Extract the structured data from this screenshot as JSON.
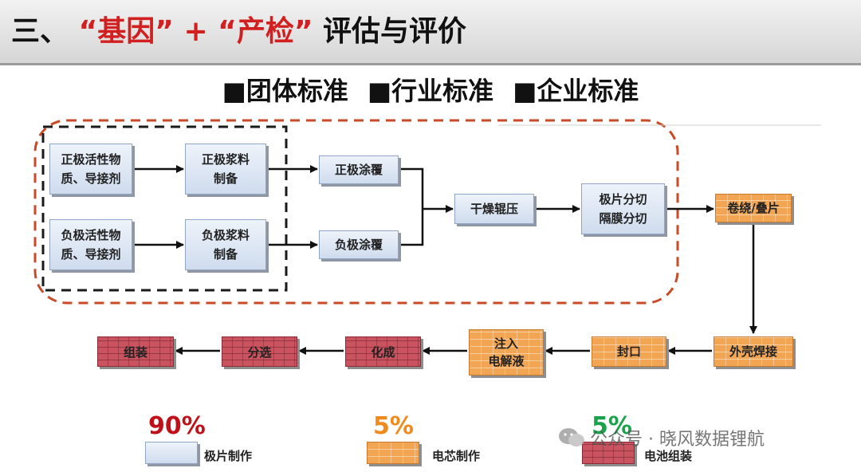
{
  "header": {
    "prefix": "三、",
    "quote1": "“基因”",
    "plus": "+",
    "quote2": "“产检”",
    "suffix": "评估与评价"
  },
  "standards": [
    "■团体标准",
    "■行业标准",
    "■企业标准"
  ],
  "nodes": {
    "pos_material": "正极活性物\n质、导接剂",
    "pos_slurry": "正极浆料\n制备",
    "neg_material": "负极活性物\n质、导接剂",
    "neg_slurry": "负极浆料\n制备",
    "pos_coating": "正极涂覆",
    "neg_coating": "负极涂覆",
    "drying": "干燥辊压",
    "cutting": "极片分切\n隔膜分切",
    "winding": "卷绕/叠片",
    "welding": "外壳焊接",
    "sealing": "封口",
    "injection": "注入\n电解液",
    "formation": "化成",
    "sorting": "分选",
    "assembly": "组装"
  },
  "legend": [
    {
      "pct": "90%",
      "label": "极片制作",
      "color": "#c0111a"
    },
    {
      "pct": "5%",
      "label": "电芯制作",
      "color": "#f08a1c"
    },
    {
      "pct": "5%",
      "label": "电池组装",
      "color": "#1aa34a"
    }
  ],
  "watermark": "公众号 · 晓风数据锂航",
  "colors": {
    "dashed_red": "#c94a26",
    "dashed_black": "#1a1a1a",
    "arrow": "#111111"
  }
}
